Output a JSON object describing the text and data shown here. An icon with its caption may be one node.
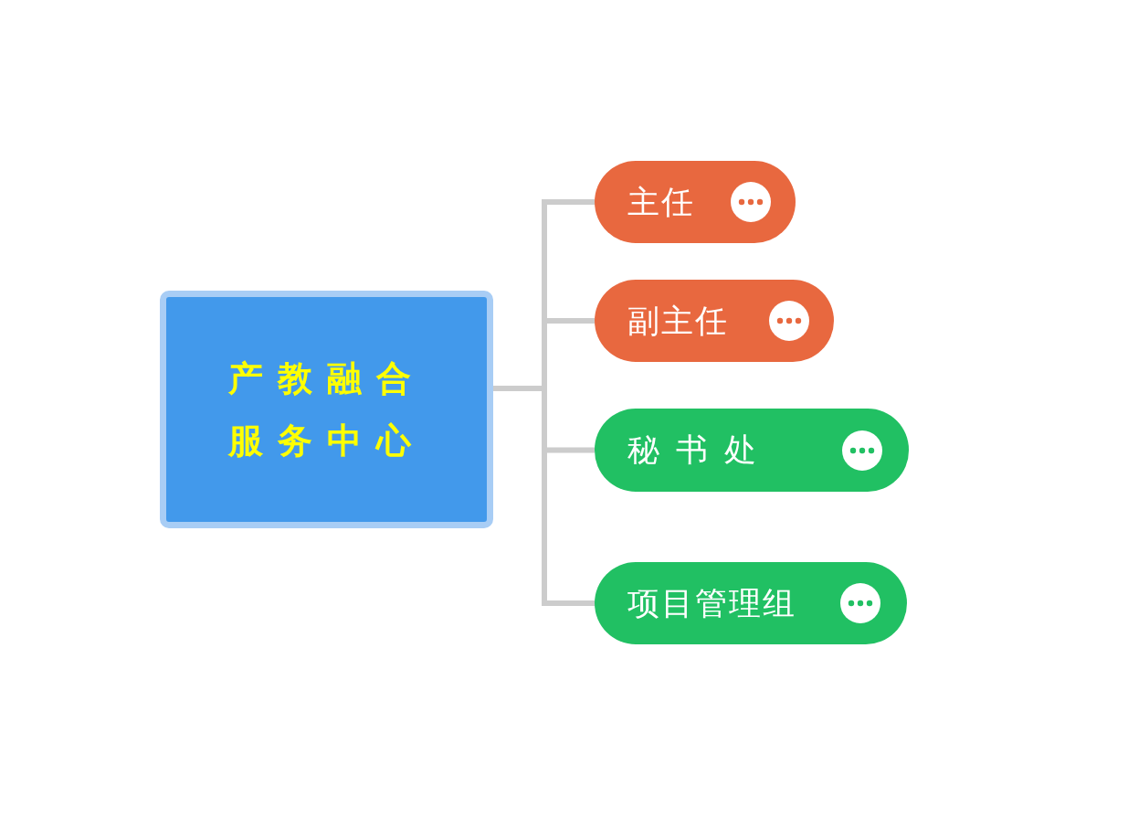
{
  "diagram": {
    "nodes": [
      {
        "text": [
          "产教融合服务中心"
        ]
      },
      {
        "text": [
          "主任"
        ]
      },
      {
        "text": [
          "副主任"
        ]
      },
      {
        "text": [
          "秘书处"
        ]
      },
      {
        "text": [
          "项目管理组"
        ]
      }
    ],
    "edges": [
      {
        "from": 0,
        "to": 1,
        "arrow": "none"
      },
      {
        "from": 0,
        "to": 2,
        "arrow": "none"
      },
      {
        "from": 0,
        "to": 3,
        "arrow": "none"
      },
      {
        "from": 0,
        "to": 4,
        "arrow": "none"
      }
    ]
  }
}
